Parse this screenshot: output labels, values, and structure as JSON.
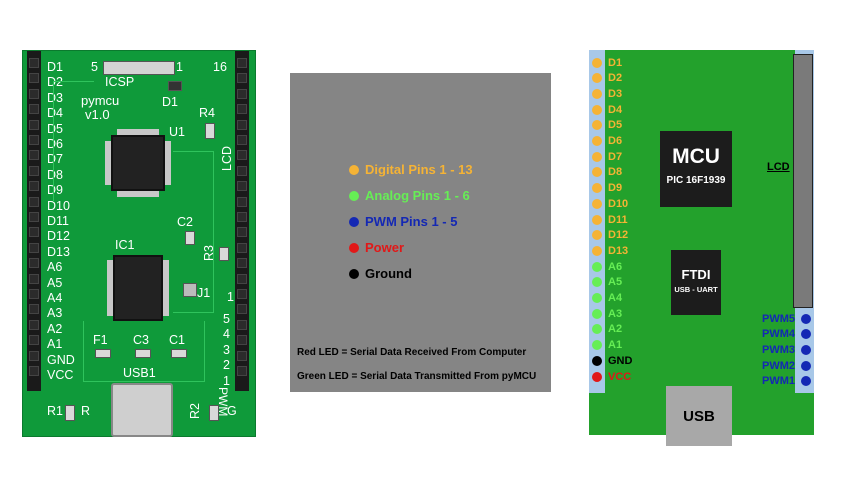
{
  "photo_board": {
    "left_labels": [
      "D1",
      "D2",
      "D3",
      "D4",
      "D5",
      "D6",
      "D7",
      "D8",
      "D9",
      "D10",
      "D11",
      "D12",
      "D13",
      "A6",
      "A5",
      "A4",
      "A3",
      "A2",
      "A1",
      "GND",
      "VCC"
    ],
    "right_pwm_labels": [
      "5",
      "4",
      "3",
      "2",
      "1"
    ],
    "pwm_text": "PWM",
    "icsp_label": "ICSP",
    "icsp_num_left": "5",
    "icsp_num_right": "1",
    "num_16": "16",
    "brand_line1": "pymcu",
    "brand_line2": "v1.0",
    "d1_label": "D1",
    "u1_label": "U1",
    "r4_label": "R4",
    "lcd_label": "LCD",
    "c2_label": "C2",
    "r3_label": "R3",
    "ic1_label": "IC1",
    "j1_label": "J1",
    "f1_label": "F1",
    "c3_label": "C3",
    "c1_label": "C1",
    "usb1_label": "USB1",
    "r1_label": "R1",
    "r_label": "R",
    "r2_label": "R2",
    "g_label": "G",
    "one_label": "1"
  },
  "legend": {
    "items": [
      {
        "label": "Digital Pins 1 - 13",
        "color": "#f5b335"
      },
      {
        "label": "Analog Pins 1 - 6",
        "color": "#66ee55"
      },
      {
        "label": "PWM Pins 1 - 5",
        "color": "#1428b4"
      },
      {
        "label": "Power",
        "color": "#e11818"
      },
      {
        "label": "Ground",
        "color": "#000000"
      }
    ],
    "note_red": "Red LED = Serial Data Received From Computer",
    "note_green": "Green LED = Serial Data Transmitted From pyMCU"
  },
  "schematic": {
    "digital_pins": [
      "D1",
      "D2",
      "D3",
      "D4",
      "D5",
      "D6",
      "D7",
      "D8",
      "D9",
      "D10",
      "D11",
      "D12",
      "D13"
    ],
    "analog_pins": [
      "A6",
      "A5",
      "A4",
      "A3",
      "A2",
      "A1"
    ],
    "gnd_label": "GND",
    "vcc_label": "VCC",
    "pwm_pins": [
      "PWM5",
      "PWM4",
      "PWM3",
      "PWM2",
      "PWM1"
    ],
    "mcu_title": "MCU",
    "mcu_sub": "PIC 16F1939",
    "ftdi_title": "FTDI",
    "ftdi_sub": "USB - UART",
    "lcd_label": "LCD",
    "usb_label": "USB",
    "colors": {
      "digital": "#f5b335",
      "analog": "#66ee55",
      "pwm": "#1428b4",
      "power": "#e11818",
      "ground": "#000000",
      "board": "#23a12c",
      "pwm_text": "#1428b4"
    }
  }
}
